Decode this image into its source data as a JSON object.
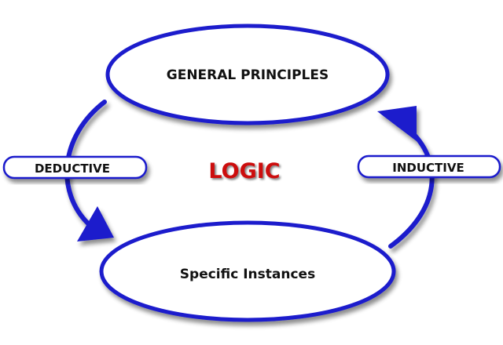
{
  "nodes": {
    "top": "GENERAL PRINCIPLES",
    "bottom": "Specific Instances"
  },
  "edges": {
    "left": "DEDUCTIVE",
    "right": "INDUCTIVE"
  },
  "center_title": "LOGIC",
  "colors": {
    "ellipse_stroke": "#1a1acc",
    "arrow": "#1a1acc",
    "title": "#cc1111",
    "pill_stroke": "#1a1acc",
    "pill_fill": "#ffffff"
  }
}
